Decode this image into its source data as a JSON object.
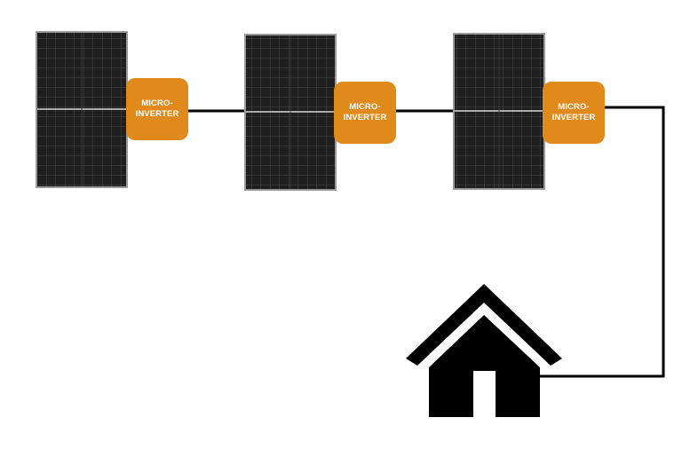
{
  "diagram": {
    "colors": {
      "background": "#ffffff",
      "panel_cell": "#1f1f1f",
      "panel_grid": "#4a4a4a",
      "panel_frame": "#9a9a9a",
      "inverter": "#e08a1c",
      "inverter_text": "#ffffff",
      "wire": "#000000",
      "house": "#000000"
    },
    "icons": {
      "panel": "solar-panel-icon",
      "house": "house-icon"
    },
    "inverters": [
      {
        "label": "MICRO-\nINVERTER"
      },
      {
        "label": "MICRO-\nINVERTER"
      },
      {
        "label": "MICRO-\nINVERTER"
      }
    ]
  }
}
